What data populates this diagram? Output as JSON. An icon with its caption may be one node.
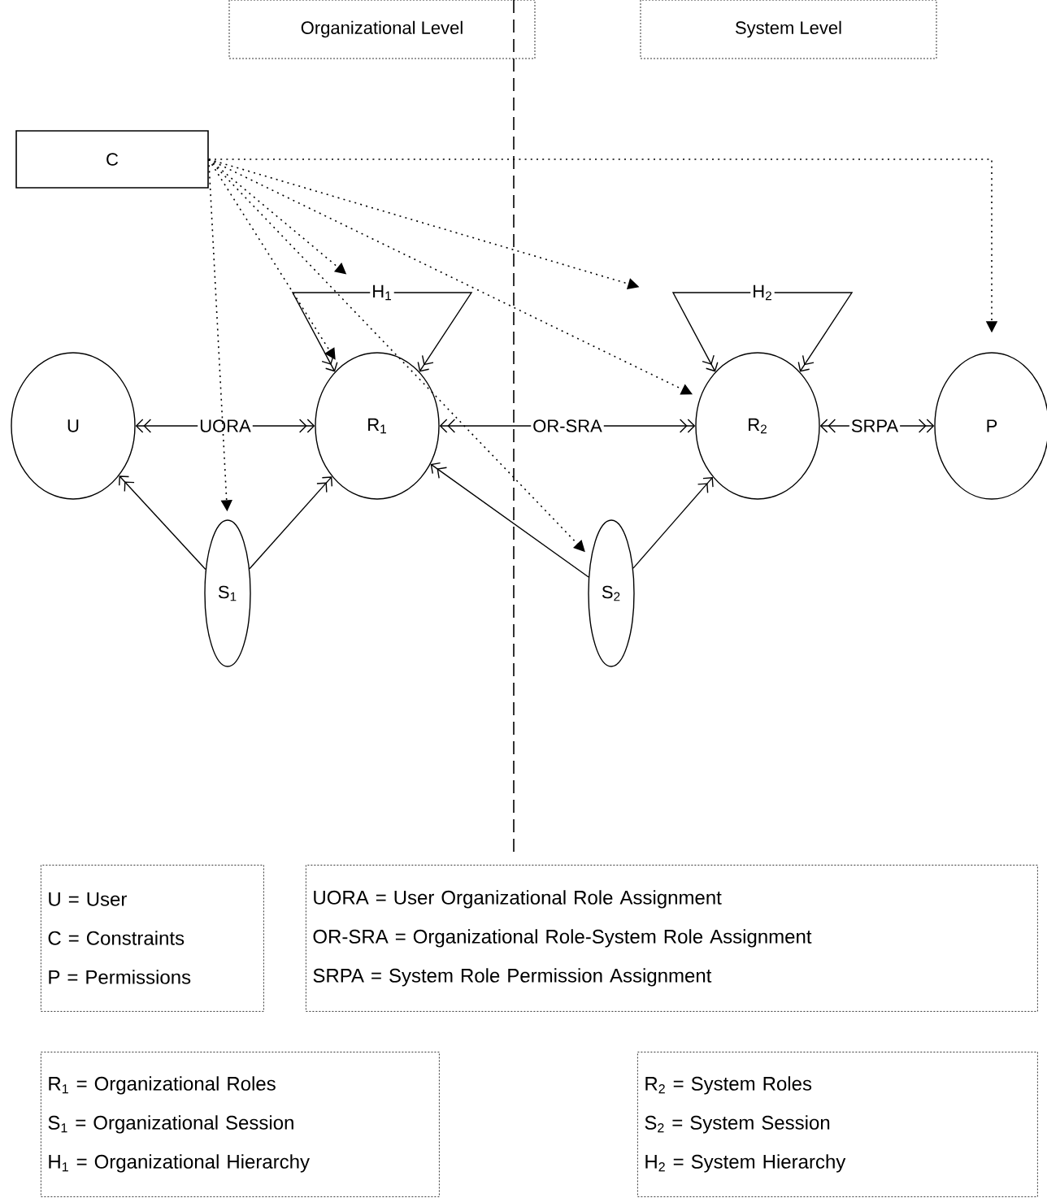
{
  "diagram": {
    "nodes": [
      {
        "text": [
          "Organizational Level"
        ]
      },
      {
        "text": [
          "System Level"
        ]
      },
      {
        "text": [
          "C"
        ]
      },
      {
        "text": [
          "U"
        ]
      },
      {
        "text": [
          "R$_{1}$"
        ]
      },
      {
        "text": [
          "R$_{2}$"
        ]
      },
      {
        "text": [
          "P"
        ]
      },
      {
        "text": [
          "S$_{1}$"
        ]
      },
      {
        "text": [
          "S$_{2}$"
        ]
      },
      {
        "text": [
          "U = User",
          "C = Constraints",
          "P = Permissions"
        ]
      },
      {
        "text": [
          "UORA = User Organizational Role Assignment",
          "OR-SRA = Organizational Role-System Role Assignment",
          "SRPA = System Role Permission Assignment"
        ]
      },
      {
        "text": [
          "R$_{1}$ = Organizational Roles",
          "S$_{1}$ = Organizational Session",
          "H$_{1}$ = Organizational Hierarchy"
        ]
      },
      {
        "text": [
          "R$_{2}$ = System Roles",
          "S$_{2}$ = System Session",
          "H$_{2}$ = System Hierarchy"
        ]
      }
    ],
    "edges": [
      {
        "from": 3,
        "to": 4,
        "arrow": "both",
        "label": "UORA"
      },
      {
        "from": 4,
        "to": 5,
        "arrow": "both",
        "label": "OR-SRA"
      },
      {
        "from": 5,
        "to": 6,
        "arrow": "both",
        "label": "SRPA"
      },
      {
        "from": 4,
        "to": 4,
        "arrow": "both",
        "label": "H$_{1}$"
      },
      {
        "from": 5,
        "to": 5,
        "arrow": "both",
        "label": "H$_{2}$"
      },
      {
        "from": 7,
        "to": 3,
        "arrow": "to"
      },
      {
        "from": 7,
        "to": 4,
        "arrow": "to"
      },
      {
        "from": 8,
        "to": 4,
        "arrow": "to"
      },
      {
        "from": 8,
        "to": 5,
        "arrow": "to"
      },
      {
        "from": 2,
        "to": 7,
        "arrow": "to",
        "style": "dashed"
      },
      {
        "from": 2,
        "to": 4,
        "arrow": "to",
        "style": "dashed"
      },
      {
        "from": 2,
        "to": null,
        "arrow": "to",
        "style": "dashed"
      },
      {
        "from": 2,
        "to": null,
        "arrow": "to",
        "style": "dashed"
      },
      {
        "from": 2,
        "to": 5,
        "arrow": "to",
        "style": "dashed"
      },
      {
        "from": 2,
        "to": 8,
        "arrow": "to",
        "style": "dashed"
      },
      {
        "from": 2,
        "to": 6,
        "arrow": "to",
        "style": "dashed"
      }
    ]
  }
}
